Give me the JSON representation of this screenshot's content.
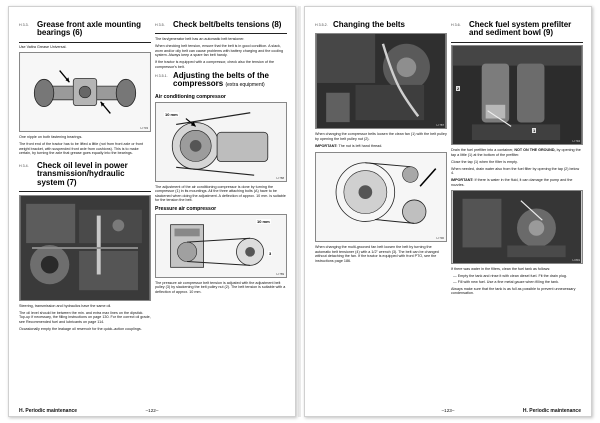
{
  "left_page": {
    "sec_h33": {
      "num": "H 3.3.",
      "title": "Grease front axle mounting bearings (6)",
      "intro": "Use Valtra Grease Universal.",
      "fig_code": "H 703",
      "para1": "One nipple on both fastening bearings.",
      "para2": "The front end of the tractor has to be lifted a little (not from front axle or front weight bracket, with suspended front axle from cushions). This is to make certain, by turning the axle that grease goes equally into the bearings."
    },
    "sec_h34": {
      "num": "H 3.4.",
      "title": "Check oil level in power transmission/hydraulic system (7)",
      "para1": "Steering, transmission and hydraulics have the same oil.",
      "para2": "The oil level should be between the min. and extra max lines on the dipstick. Top-up if necessary, the filling instructions on page 130. For the correct oil grade, see Recommended fuel and lubricants on page 114.",
      "para3": "Occasionally empty the leakage oil reservoir for the quick–action couplings."
    },
    "sec_h35": {
      "num": "H 3.5.",
      "title": "Check belt/belts tensions (8)",
      "para1": "The fan/generator belt has an automatic belt tensioner.",
      "para2": "When checking belt tension, ensure that the belt is in good condition. A slack, worn and/or oily belt can cause problems with battery charging and the cooling system. Always keep a spare fan belt handy.",
      "para3": "If the tractor is equipped with a compressor, check also the tension of the compressor's belt."
    },
    "sec_h351": {
      "num": "H 3.5.1.",
      "title": "Adjusting the belts of the compressors",
      "title_note": "(extra equipment)",
      "sub1": "Air conditioning compressor",
      "callout1": "10 mm",
      "fig1_code": "H 788",
      "para1": "The adjustment of the air conditioning compressor is done by turning the compressor (1) in its mountings. All the three attaching bolts (A) have to be slackened when doing the adjustment. A deflection of approx. 10 mm. is suitable for the tension the belt.",
      "sub2": "Pressure air compressor",
      "callout2": "10 mm",
      "callout3": "3",
      "fig2_code": "H 789",
      "para2": "The pressure air compressor belt tension is adjusted with the adjustment belt pulley (3) by slackening the belt pulley nut (2). The belt tension is suitable with a deflection of approx. 10 mm."
    },
    "footer_chapter": "H. Periodic maintenance",
    "footer_page": "–122–"
  },
  "right_page": {
    "sec_h352": {
      "num": "H 3.5.2.",
      "title": "Changing the belts",
      "fig1_code": "H 787",
      "para1": "When changing the compressor belts loosen the clean fan (1) with the belt pulley by opening the belt pulley nut (2).",
      "important": "IMPORTANT:",
      "important_text": "The nut is left hand thread.",
      "fig2_code": "H 790",
      "para2": "When changing the multi-grooved fan belt loosen the belt by turning the automatic belt tensioner (4) with a 1/2\" wrench (3). The belt can be changed without detaching the fan. If the tractor is equipped with front PTO, see the instructions page 186."
    },
    "sec_h36": {
      "num": "H 3.6.",
      "title": "Check fuel system prefilter and sediment bowl (9)",
      "callout1": "2",
      "callout2": "1",
      "fig1_code": "H 794",
      "para1_a": "Drain the fuel prefilter into a container,",
      "para1_b": "NOT ON THE GROUND,",
      "para1_c": "by opening the tap a little (1) at the bottom of the prefilter.",
      "para2": "Close the tap (1) when the filter is empty.",
      "para3": "When needed, drain water also from the fuel filter by opening the tap (2) below 4.",
      "important": "IMPORTANT:",
      "important_text": "If there is water in the fluid, it can damage the pump and the nozzles.",
      "fig2_code": "H 801",
      "para4": "If there was water in the filters, clean the fuel tank as follows:",
      "list1": "— Empty the tank and rinse it with clean diesel fuel. Fit the drain plug.",
      "list2": "— Fill with new fuel. Use a fine metal gauze when filling the tank.",
      "para5": "Always make sure that the tank is as full as possible to prevent unnecessary condensation."
    },
    "footer_chapter": "H. Periodic maintenance",
    "footer_page": "–123–"
  }
}
